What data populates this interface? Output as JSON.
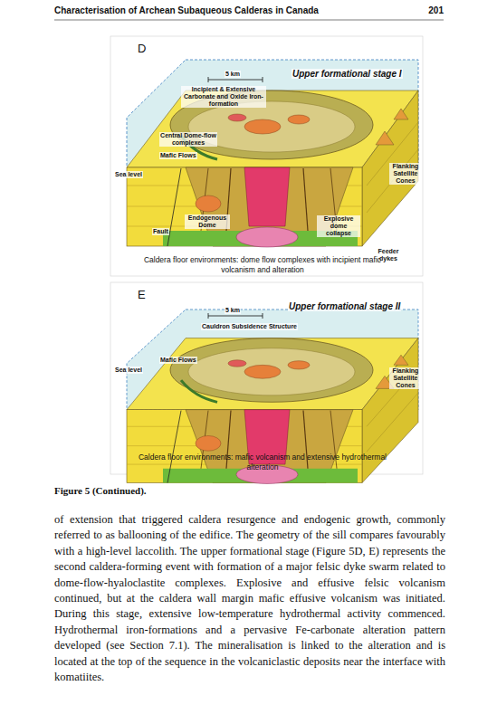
{
  "diagram": {
    "title": "Characterisation of Archean Subaqueous Calderas in Canada",
    "caption": "Figure 5 (Continued).",
    "labels": [
      "201",
      "D",
      "5 km",
      "Upper formational stage I",
      "Incipient & Extensive Carbonate and Oxide Iron-formation",
      "Central Dome-flow complexes",
      "Mafic Flows",
      "Sea level",
      "Endogenous Dome",
      "Fault",
      "Explosive dome collapse",
      "Flanking Satellite Cones",
      "Feeder dykes",
      "Caldera floor environments: dome flow complexes with incipient mafic volcanism and alteration",
      "E",
      "5 km",
      "Upper formational stage II",
      "Cauldron Subsidence Structure",
      "Mafic Flows",
      "Sea level",
      "Flanking Satellite Cones",
      "Caldera floor environments: mafic volcanism and extensive hydrothermal alteration",
      "of extension that triggered caldera resurgence and endogenic growth, commonly referred to as ballooning of the edifice. The geometry of the sill compares favourably with a high-level laccolith. The upper formational stage (Figure 5D, E) represents the second caldera-forming event with formation of a major felsic dyke swarm related to dome-flow-hyaloclastite complexes. Explosive and effusive felsic volcanism continued, but at the caldera wall margin mafic effusive volcanism was initiated. During this stage, extensive low-temperature hydrothermal activity commenced. Hydrothermal iron-formations and a pervasive Fe-carbonate alteration pattern developed (see Section 7.1). The mineralisation is linked to the alteration and is located at the top of the sequence in the volcaniclastic deposits near the interface with komatiites."
    ]
  }
}
